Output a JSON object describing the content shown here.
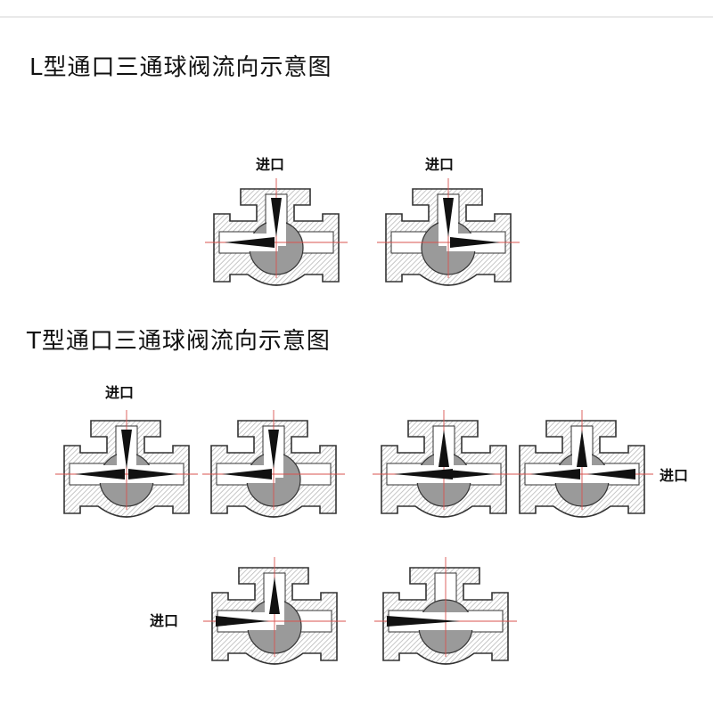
{
  "titles": {
    "l_type": "L型通口三通球阀流向示意图",
    "t_type": "T型通口三通球阀流向示意图"
  },
  "inlet_label": "进口",
  "colors": {
    "body": "#ffffff",
    "body_hatch": "#b8b8b8",
    "ball": "#9a9a9a",
    "outline": "#333333",
    "centerline": "#d9534f",
    "arrow": "#111111"
  },
  "valves": [
    {
      "id": "L1",
      "variant": "L",
      "arrows": [
        "down-top",
        "to-left"
      ]
    },
    {
      "id": "L2",
      "variant": "L",
      "arrows": [
        "down-top",
        "to-right"
      ]
    },
    {
      "id": "T1",
      "variant": "T",
      "arrows": [
        "down-top",
        "to-left",
        "to-right"
      ]
    },
    {
      "id": "T2",
      "variant": "L",
      "arrows": [
        "down-top",
        "to-left"
      ]
    },
    {
      "id": "T3",
      "variant": "T",
      "arrows": [
        "up-top",
        "from-right-left",
        "to-right-left"
      ]
    },
    {
      "id": "T4",
      "variant": "T",
      "arrows": [
        "up-top",
        "to-left",
        "from-right"
      ]
    },
    {
      "id": "T5",
      "variant": "L",
      "arrows": [
        "from-left",
        "up-top"
      ]
    },
    {
      "id": "T6",
      "variant": "straight",
      "arrows": [
        "from-left-long"
      ]
    }
  ]
}
